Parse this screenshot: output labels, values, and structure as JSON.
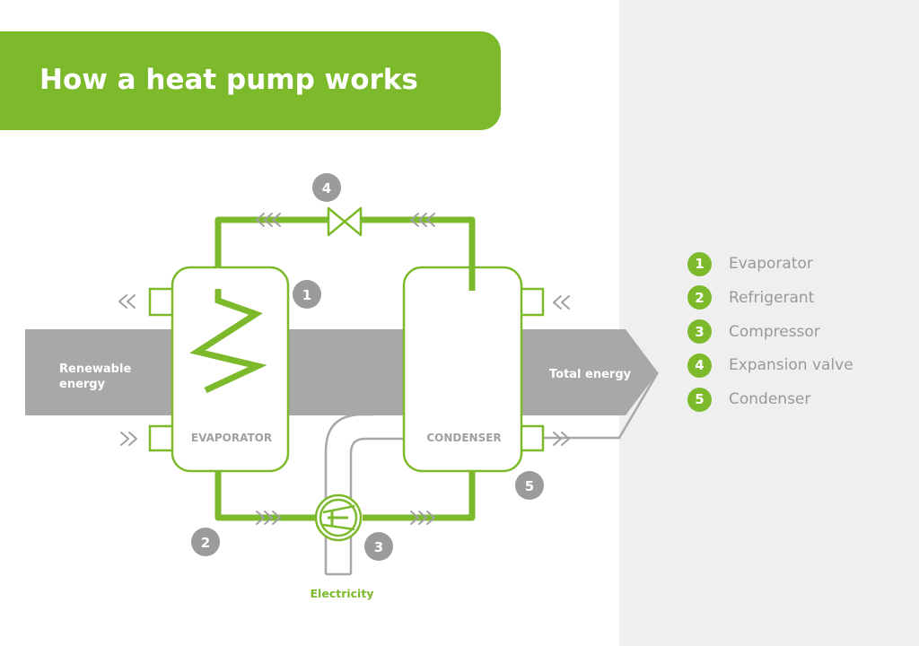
{
  "title": "How a heat pump works",
  "diagram": {
    "renewable_energy": [
      "Renewable",
      "energy"
    ],
    "total_energy": "Total energy",
    "evaporator_label": "EVAPORATOR",
    "condenser_label": "CONDENSER",
    "electricity_label": "Electricity",
    "markers": [
      "1",
      "2",
      "3",
      "4",
      "5"
    ]
  },
  "legend": [
    {
      "number": "1",
      "label": "Evaporator"
    },
    {
      "number": "2",
      "label": "Refrigerant"
    },
    {
      "number": "3",
      "label": "Compressor"
    },
    {
      "number": "4",
      "label": "Expansion valve"
    },
    {
      "number": "5",
      "label": "Condenser"
    }
  ],
  "colors": {
    "green": "#7cba2b",
    "gray_band": "#a8a8a8",
    "gray_badge": "#9b9b9b",
    "gray_chevron": "#a0a0a0",
    "panel": "#efefef"
  }
}
